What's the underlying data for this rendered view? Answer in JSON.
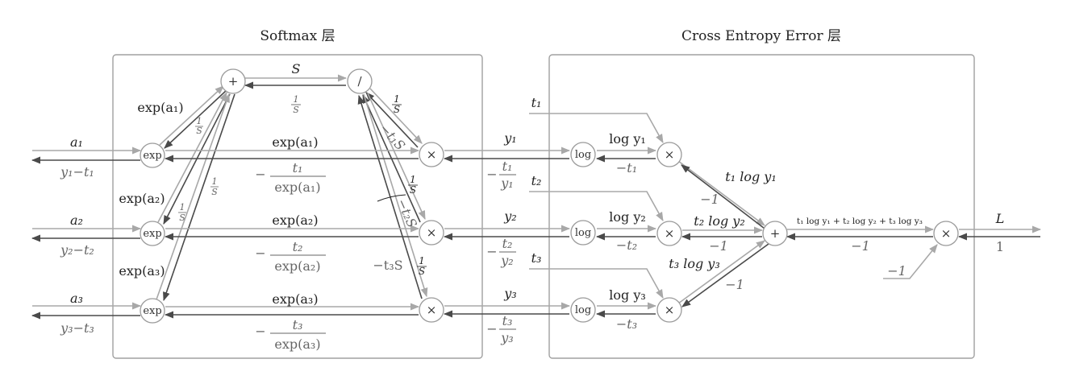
{
  "titles": {
    "softmax": "Softmax 层",
    "cross_entropy": "Cross Entropy Error 层"
  },
  "nodes": {
    "exp": "exp",
    "log": "log",
    "plus": "+",
    "divide": "/",
    "times": "×"
  },
  "inputs": [
    {
      "forward": "a₁",
      "backward": "y₁−t₁"
    },
    {
      "forward": "a₂",
      "backward": "y₂−t₂"
    },
    {
      "forward": "a₃",
      "backward": "y₃−t₃"
    }
  ],
  "exp_labels": [
    "exp(a₁)",
    "exp(a₂)",
    "exp(a₃)"
  ],
  "exp_back": [
    "−",
    "t₁",
    "exp(a₁)",
    "t₂",
    "exp(a₂)",
    "t₃",
    "exp(a₃)"
  ],
  "sum": {
    "forward": "S",
    "backward_num": "1",
    "backward_den": "S"
  },
  "one_over_s": "1",
  "s": "S",
  "neg_ts": [
    "−t₁S",
    "−t₂S",
    "−t₃S"
  ],
  "outputs": [
    {
      "forward": "y₁",
      "back_num": "t₁",
      "back_den": "y₁"
    },
    {
      "forward": "y₂",
      "back_num": "t₂",
      "back_den": "y₂"
    },
    {
      "forward": "y₃",
      "back_num": "t₃",
      "back_den": "y₃"
    }
  ],
  "targets": [
    "t₁",
    "t₂",
    "t₃"
  ],
  "log_labels": [
    "log y₁",
    "log y₂",
    "log y₃"
  ],
  "log_back": [
    "−t₁",
    "−t₂",
    "−t₃"
  ],
  "products": [
    "t₁ log y₁",
    "t₂ log y₂",
    "t₃ log y₃"
  ],
  "minus_one": "−1",
  "sum_forward": "t₁ log y₁ + t₂ log y₂ + t₃ log y₃",
  "final": {
    "forward": "L",
    "backward": "1"
  }
}
